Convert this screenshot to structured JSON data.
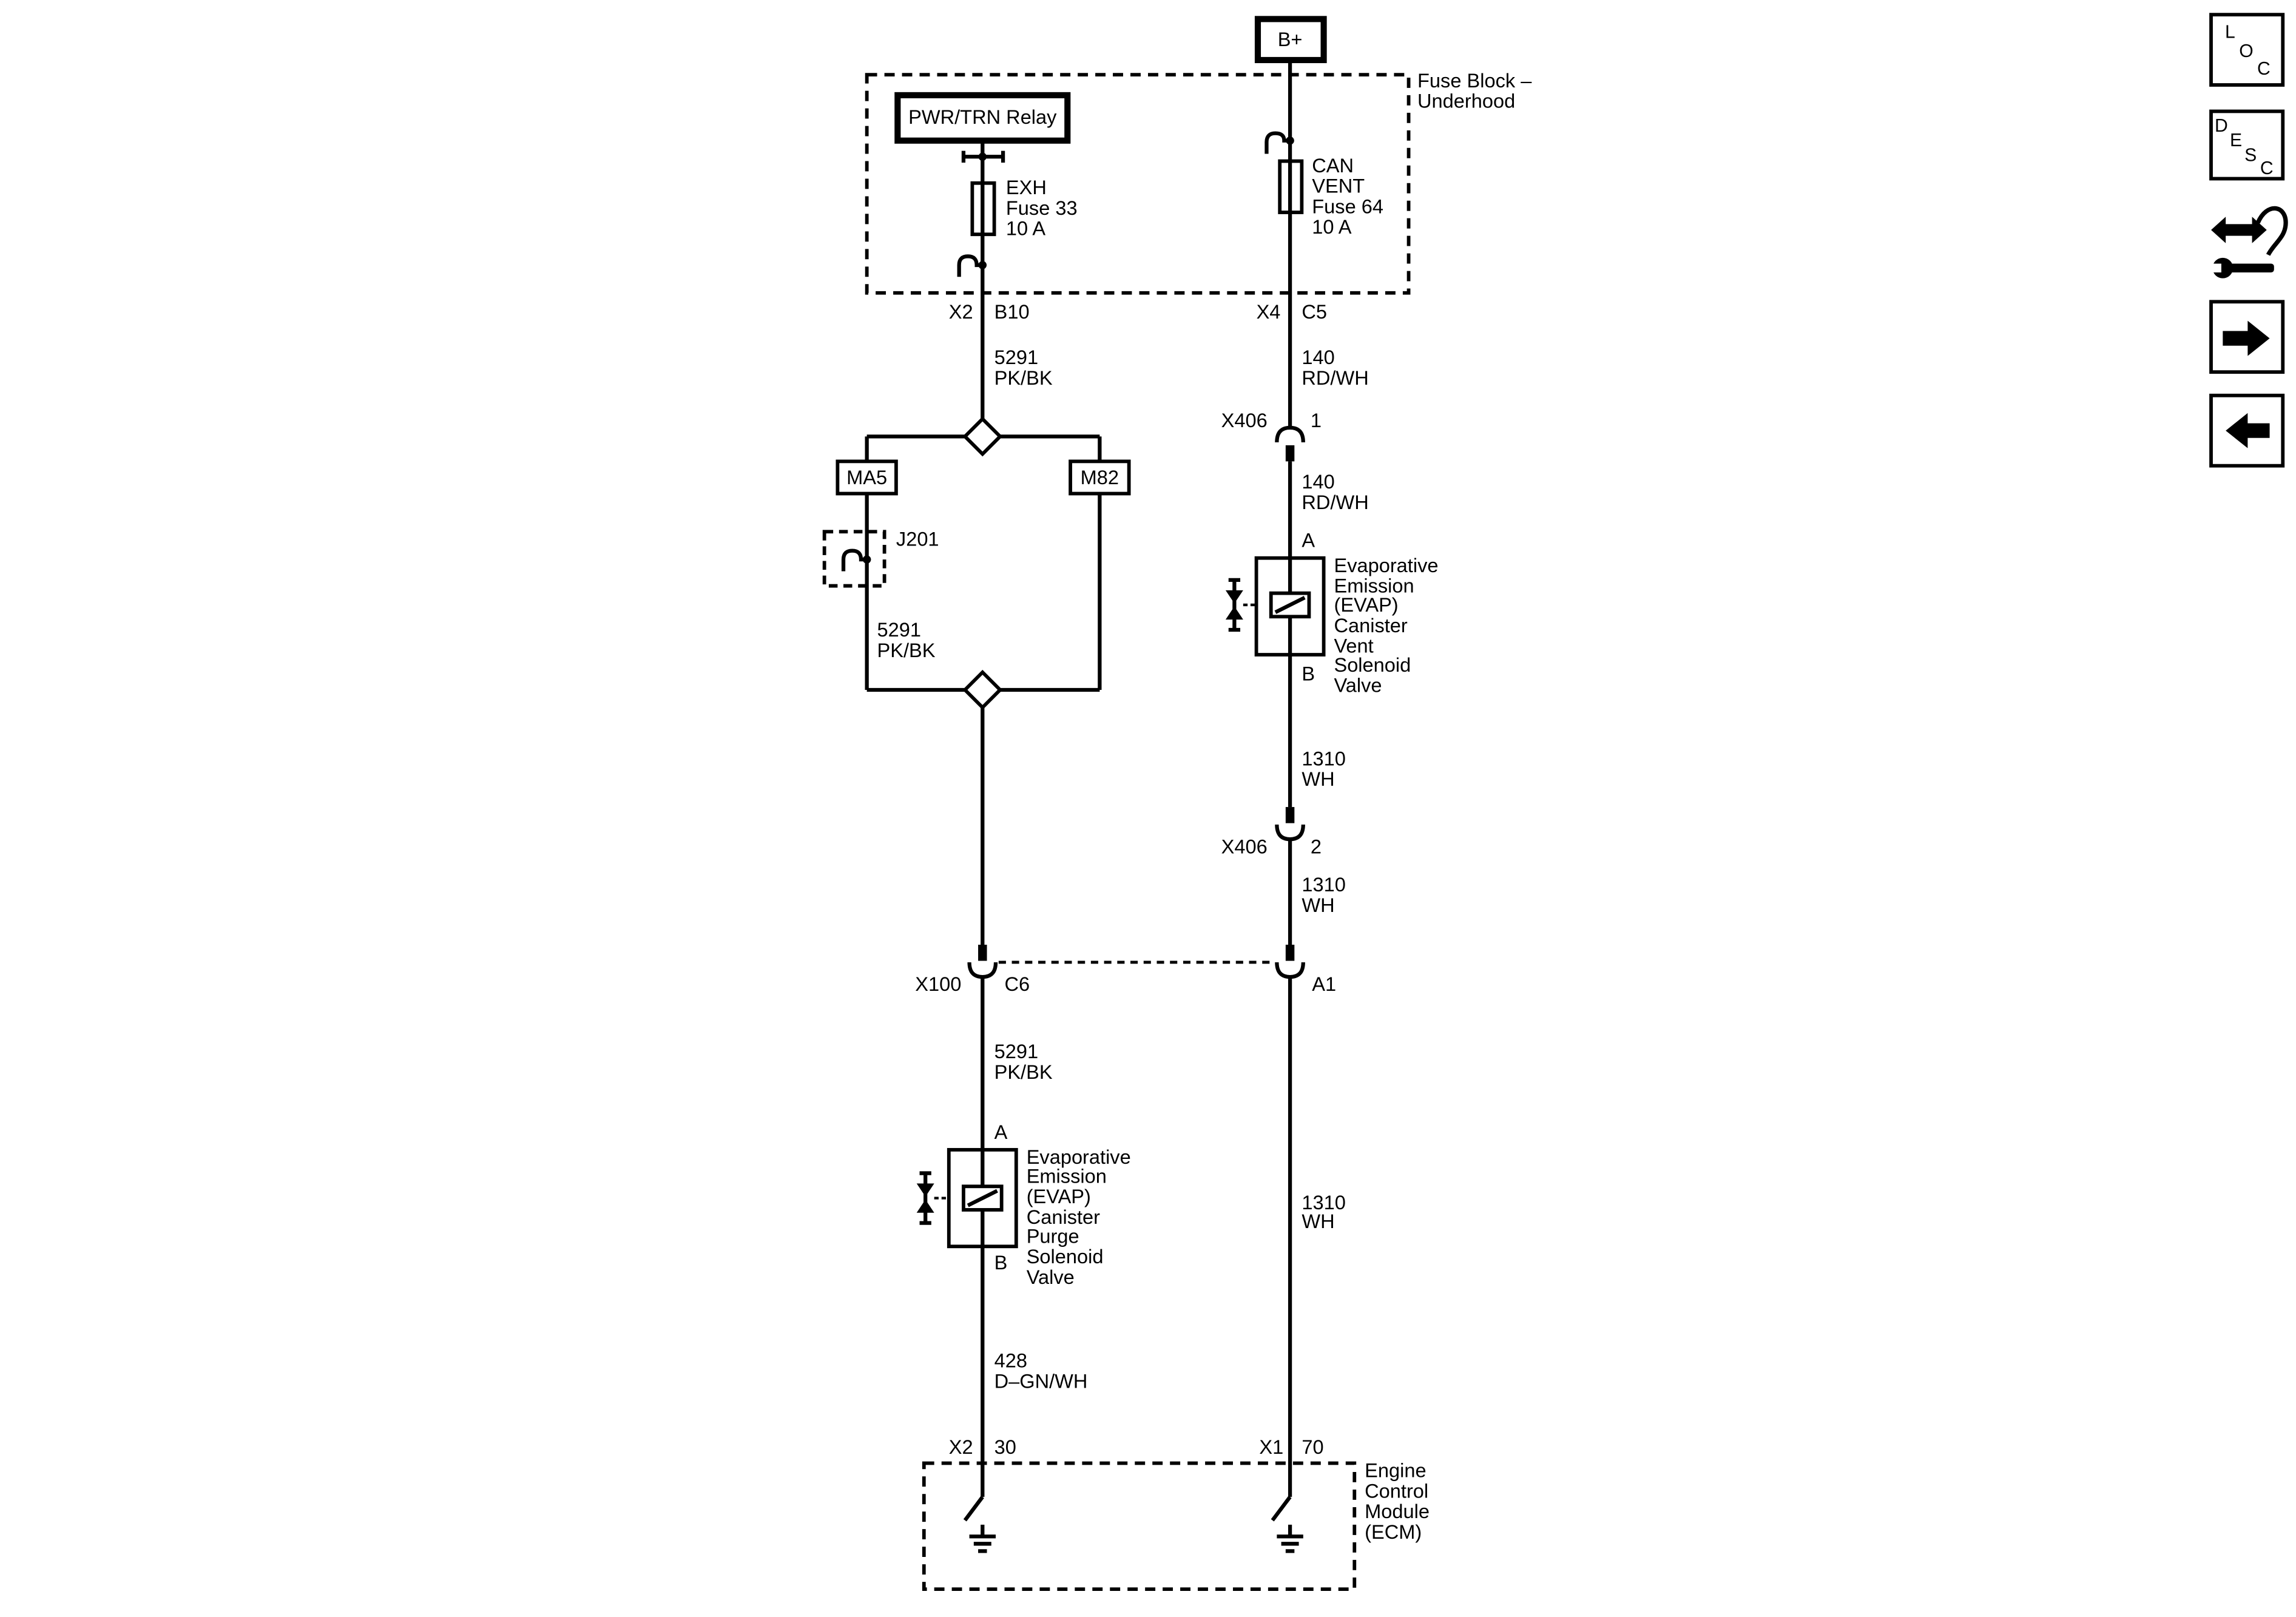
{
  "nav": {
    "location_button": {
      "icon": "location-icon",
      "letters": [
        "L",
        "O",
        "C"
      ]
    },
    "description_button": {
      "icon": "description-icon",
      "letters": [
        "D",
        "E",
        "S",
        "C"
      ]
    },
    "repair_button": {
      "icon": "wiring-repair-icon"
    },
    "next_button": {
      "icon": "arrow-right-icon"
    },
    "previous_button": {
      "icon": "arrow-left-icon"
    }
  },
  "power_source": {
    "label": "B+"
  },
  "fuse_block": {
    "name": [
      "Fuse Block –",
      "Underhood"
    ]
  },
  "relay": {
    "name": "PWR/TRN Relay"
  },
  "fuses": {
    "exh": {
      "name": [
        "EXH",
        "Fuse 33",
        "10 A"
      ],
      "connector": "X2",
      "pin": "B10"
    },
    "can_vent": {
      "name": [
        "CAN",
        "VENT",
        "Fuse 64",
        "10 A"
      ],
      "connector": "X4",
      "pin": "C5"
    }
  },
  "splice_packs": {
    "left": "MA5",
    "right": "M82"
  },
  "jumper": {
    "name": "J201"
  },
  "wires": {
    "fuse_33_out": {
      "circuit": "5291",
      "color": "PK/BK"
    },
    "ma5_branch": {
      "circuit": "5291",
      "color": "PK/BK"
    },
    "purge_feed": {
      "circuit": "5291",
      "color": "PK/BK"
    },
    "purge_control": {
      "circuit": "428",
      "color": "D–GN/WH"
    },
    "fuse_64_out": {
      "circuit": "140",
      "color": "RD/WH"
    },
    "vent_feed": {
      "circuit": "140",
      "color": "RD/WH"
    },
    "vent_control_upper": {
      "circuit": "1310",
      "color": "WH"
    },
    "vent_control_middle": {
      "circuit": "1310",
      "color": "WH"
    },
    "vent_control_lower": {
      "circuit": "1310",
      "color": "WH"
    }
  },
  "inline_connectors": {
    "x406_upper": {
      "name": "X406",
      "pin": "1"
    },
    "x406_lower": {
      "name": "X406",
      "pin": "2"
    },
    "x100": {
      "name": "X100",
      "purge_pin": "C6",
      "vent_pin": "A1"
    }
  },
  "vent_solenoid": {
    "pin_a": "A",
    "pin_b": "B",
    "name": [
      "Evaporative",
      "Emission",
      "(EVAP)",
      "Canister",
      "Vent",
      "Solenoid",
      "Valve"
    ]
  },
  "purge_solenoid": {
    "pin_a": "A",
    "pin_b": "B",
    "name": [
      "Evaporative",
      "Emission",
      "(EVAP)",
      "Canister",
      "Purge",
      "Solenoid",
      "Valve"
    ]
  },
  "ecm": {
    "name": [
      "Engine",
      "Control",
      "Module",
      "(ECM)"
    ],
    "purge_terminal": {
      "connector": "X2",
      "pin": "30"
    },
    "vent_terminal": {
      "connector": "X1",
      "pin": "70"
    }
  }
}
